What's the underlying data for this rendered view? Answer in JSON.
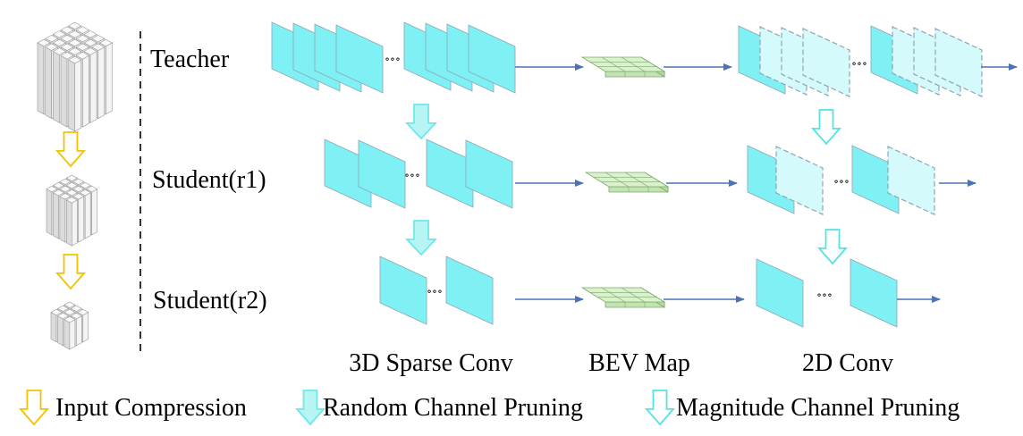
{
  "rows": [
    {
      "key": "teacher",
      "label": "Teacher"
    },
    {
      "key": "student_r1",
      "label": "Student(r1)"
    },
    {
      "key": "student_r2",
      "label": "Student(r2)"
    }
  ],
  "stages": {
    "sparse_conv": "3D Sparse Conv",
    "bev_map": "BEV Map",
    "conv2d": "2D Conv"
  },
  "ellipsis": "∘∘∘",
  "legend": {
    "input_compression": "Input Compression",
    "random_channel_pruning": "Random Channel Pruning",
    "magnitude_channel_pruning": "Magnitude Channel Pruning"
  },
  "colors": {
    "feature_map": "#7ff0f3",
    "feature_map_light": "#d5fafb",
    "feature_map_edge": "#8fa4b5",
    "bev_grid": "#d9f2cc",
    "bev_edge": "#7da86c",
    "flow_arrow": "#4a72b5",
    "yellow_arrow": "#f2c200",
    "cyan_arrow": "#54e3e3",
    "pillar_fill": "#eeeeee",
    "pillar_edge": "#9a9a9a"
  },
  "icons": {
    "input_compression": "hollow-down-arrow-yellow",
    "random_channel_pruning": "filled-down-arrow-cyan",
    "magnitude_channel_pruning": "hollow-down-arrow-cyan",
    "point_cloud": "voxel-pillar-icon"
  }
}
